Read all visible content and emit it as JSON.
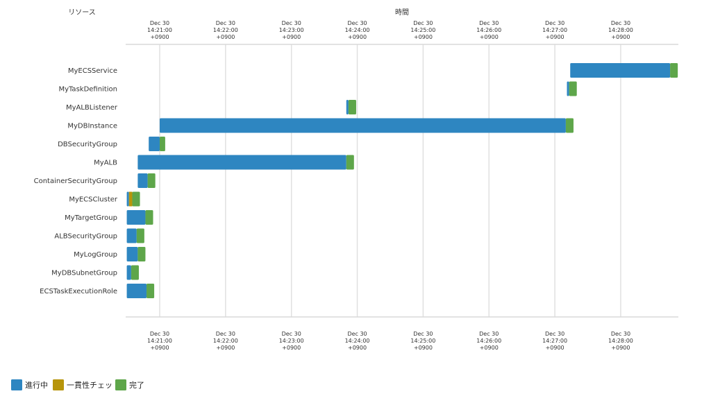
{
  "headers": {
    "resource": "リソース",
    "time": "時間"
  },
  "chart_data": {
    "type": "gantt",
    "x_ticks": [
      {
        "time": "14:21:00",
        "lines": [
          "Dec 30",
          "14:21:00",
          "+0900"
        ]
      },
      {
        "time": "14:22:00",
        "lines": [
          "Dec 30",
          "14:22:00",
          "+0900"
        ]
      },
      {
        "time": "14:23:00",
        "lines": [
          "Dec 30",
          "14:23:00",
          "+0900"
        ]
      },
      {
        "time": "14:24:00",
        "lines": [
          "Dec 30",
          "14:24:00",
          "+0900"
        ]
      },
      {
        "time": "14:25:00",
        "lines": [
          "Dec 30",
          "14:25:00",
          "+0900"
        ]
      },
      {
        "time": "14:26:00",
        "lines": [
          "Dec 30",
          "14:26:00",
          "+0900"
        ]
      },
      {
        "time": "14:27:00",
        "lines": [
          "Dec 30",
          "14:27:00",
          "+0900"
        ]
      },
      {
        "time": "14:28:00",
        "lines": [
          "Dec 30",
          "14:28:00",
          "+0900"
        ]
      }
    ],
    "xlim": [
      "14:20:30",
      "14:28:51"
    ],
    "grid": true,
    "resources": [
      {
        "name": "MyECSService",
        "segments": [
          {
            "status": "in_progress",
            "start": "14:27:14",
            "end": "14:28:45"
          },
          {
            "status": "complete",
            "start": "14:28:45",
            "end": "14:28:52"
          }
        ]
      },
      {
        "name": "MyTaskDefinition",
        "segments": [
          {
            "status": "in_progress",
            "start": "14:27:11",
            "end": "14:27:13"
          },
          {
            "status": "complete",
            "start": "14:27:13",
            "end": "14:27:20"
          }
        ]
      },
      {
        "name": "MyALBListener",
        "segments": [
          {
            "status": "in_progress",
            "start": "14:23:50",
            "end": "14:23:52"
          },
          {
            "status": "complete",
            "start": "14:23:52",
            "end": "14:23:59"
          }
        ]
      },
      {
        "name": "MyDBInstance",
        "segments": [
          {
            "status": "in_progress",
            "start": "14:21:00",
            "end": "14:27:10"
          },
          {
            "status": "complete",
            "start": "14:27:10",
            "end": "14:27:17"
          }
        ]
      },
      {
        "name": "DBSecurityGroup",
        "segments": [
          {
            "status": "in_progress",
            "start": "14:20:50",
            "end": "14:21:00"
          },
          {
            "status": "complete",
            "start": "14:21:00",
            "end": "14:21:05"
          }
        ]
      },
      {
        "name": "MyALB",
        "segments": [
          {
            "status": "in_progress",
            "start": "14:20:40",
            "end": "14:23:50"
          },
          {
            "status": "complete",
            "start": "14:23:50",
            "end": "14:23:57"
          }
        ]
      },
      {
        "name": "ContainerSecurityGroup",
        "segments": [
          {
            "status": "in_progress",
            "start": "14:20:40",
            "end": "14:20:49"
          },
          {
            "status": "complete",
            "start": "14:20:49",
            "end": "14:20:56"
          }
        ]
      },
      {
        "name": "MyECSCluster",
        "segments": [
          {
            "status": "in_progress",
            "start": "14:20:30",
            "end": "14:20:32"
          },
          {
            "status": "consistency_check",
            "start": "14:20:32",
            "end": "14:20:35"
          },
          {
            "status": "complete",
            "start": "14:20:35",
            "end": "14:20:42"
          }
        ]
      },
      {
        "name": "MyTargetGroup",
        "segments": [
          {
            "status": "in_progress",
            "start": "14:20:30",
            "end": "14:20:47"
          },
          {
            "status": "complete",
            "start": "14:20:47",
            "end": "14:20:54"
          }
        ]
      },
      {
        "name": "ALBSecurityGroup",
        "segments": [
          {
            "status": "in_progress",
            "start": "14:20:30",
            "end": "14:20:39"
          },
          {
            "status": "complete",
            "start": "14:20:39",
            "end": "14:20:46"
          }
        ]
      },
      {
        "name": "MyLogGroup",
        "segments": [
          {
            "status": "in_progress",
            "start": "14:20:30",
            "end": "14:20:40"
          },
          {
            "status": "complete",
            "start": "14:20:40",
            "end": "14:20:47"
          }
        ]
      },
      {
        "name": "MyDBSubnetGroup",
        "segments": [
          {
            "status": "in_progress",
            "start": "14:20:30",
            "end": "14:20:34"
          },
          {
            "status": "complete",
            "start": "14:20:34",
            "end": "14:20:41"
          }
        ]
      },
      {
        "name": "ECSTaskExecutionRole",
        "segments": [
          {
            "status": "in_progress",
            "start": "14:20:30",
            "end": "14:20:48"
          },
          {
            "status": "complete",
            "start": "14:20:48",
            "end": "14:20:55"
          }
        ]
      }
    ]
  },
  "legend": [
    {
      "key": "in_progress",
      "label": "進行中",
      "color": "#2e86c1"
    },
    {
      "key": "consistency_check",
      "label": "一貫性チェッ",
      "color": "#b7950b"
    },
    {
      "key": "complete",
      "label": "完了",
      "color": "#5ea64a"
    }
  ]
}
